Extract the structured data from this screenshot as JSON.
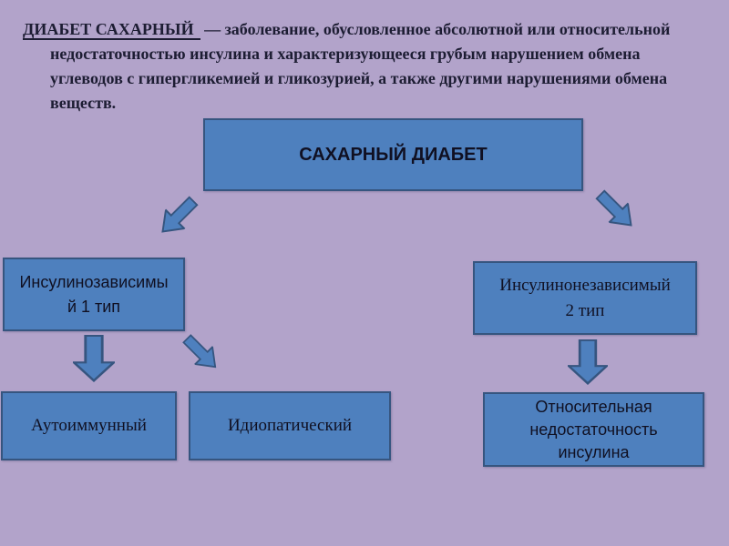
{
  "slide": {
    "background_color": "#b2a3ca",
    "box_fill_color": "#4e80be",
    "box_border_color": "#36557f",
    "header_text_color": "#1d1d33"
  },
  "header": {
    "term": "ДИАБЕТ САХАРНЫЙ",
    "lines": [
      "— заболевание, обусловленное абсолютной или относительной",
      "недостаточностью инсулина и характеризующееся грубым нарушением обмена",
      "углеводов с гипергликемией и гликозурией, а также другими нарушениями обмена",
      "веществ."
    ]
  },
  "diagram": {
    "root": {
      "label": "САХАРНЫЙ ДИАБЕТ"
    },
    "type1": {
      "label": "Инсулинозависимый 1 тип",
      "lines": [
        "Инсулинозависимы",
        "й 1 тип"
      ]
    },
    "type2": {
      "label": "Инсулинонезависимый 2 тип",
      "lines": [
        "Инсулинонезависимый",
        "2 тип"
      ]
    },
    "autoimmune": {
      "label": "Аутоиммунный"
    },
    "idiopathic": {
      "label": "Идиопатический"
    },
    "relative": {
      "label": "Относительная недостаточность инсулина",
      "lines": [
        "Относительная",
        "недостаточность",
        "инсулина"
      ]
    },
    "arrows": [
      "root-to-type1-down-left",
      "root-to-type2-down-right",
      "type1-to-autoimmune-down",
      "type1-to-idiopathic-down-right",
      "type2-to-relative-down"
    ]
  }
}
